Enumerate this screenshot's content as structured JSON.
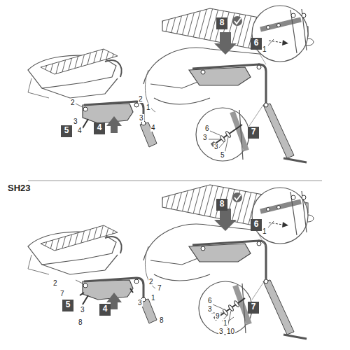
{
  "diagram": {
    "nodes": [
      {
        "text": [
          "8"
        ]
      },
      {
        "text": [
          "6"
        ]
      },
      {
        "text": [
          "5"
        ]
      },
      {
        "text": [
          "4"
        ]
      },
      {
        "text": [
          "7"
        ]
      },
      {
        "text": [
          "8"
        ]
      },
      {
        "text": [
          "6"
        ]
      },
      {
        "text": [
          "5"
        ]
      },
      {
        "text": [
          "4"
        ]
      },
      {
        "text": [
          "7"
        ]
      }
    ],
    "labels": [
      "2",
      "2",
      "1",
      "3",
      "3",
      "4",
      "4",
      "1",
      "6",
      "3",
      "3",
      "5",
      "SH23",
      "2",
      "2",
      "7",
      "7",
      "1",
      "3",
      "3",
      "8",
      "8",
      "1",
      "6",
      "3",
      "9",
      "1",
      "3",
      "10"
    ]
  }
}
